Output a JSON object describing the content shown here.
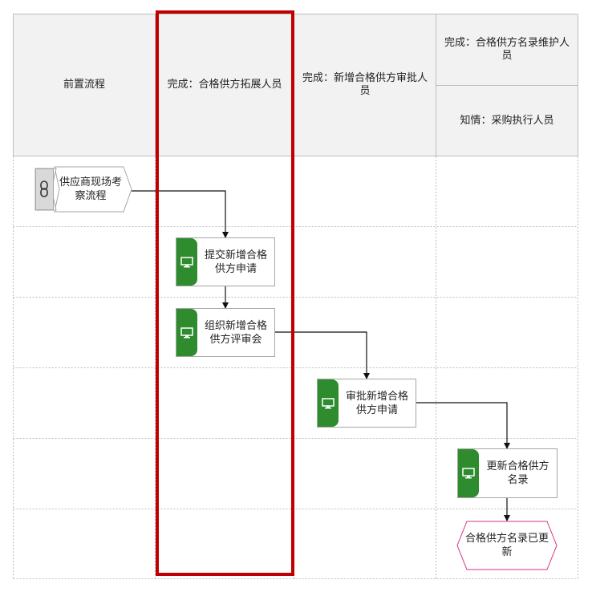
{
  "lanes": {
    "pre": "前置流程",
    "expand": "完成：合格供方拓展人员",
    "approve": "完成：新增合格供方审批人员",
    "maintain": "完成：合格供方名录维护人员",
    "inform": "知情：采购执行人员"
  },
  "nodes": {
    "prev_process": "供应商现场考察流程",
    "submit": "提交新增合格供方申请",
    "organize": "组织新增合格供方评审会",
    "review": "审批新增合格供方申请",
    "update": "更新合格供方名录",
    "end_event": "合格供方名录已更新"
  },
  "icons": {
    "link": "link-icon",
    "task": "monitor-icon"
  },
  "colors": {
    "task_tab": "#2e8b2e",
    "highlight": "#c00000",
    "end_event_border": "#d63384"
  }
}
